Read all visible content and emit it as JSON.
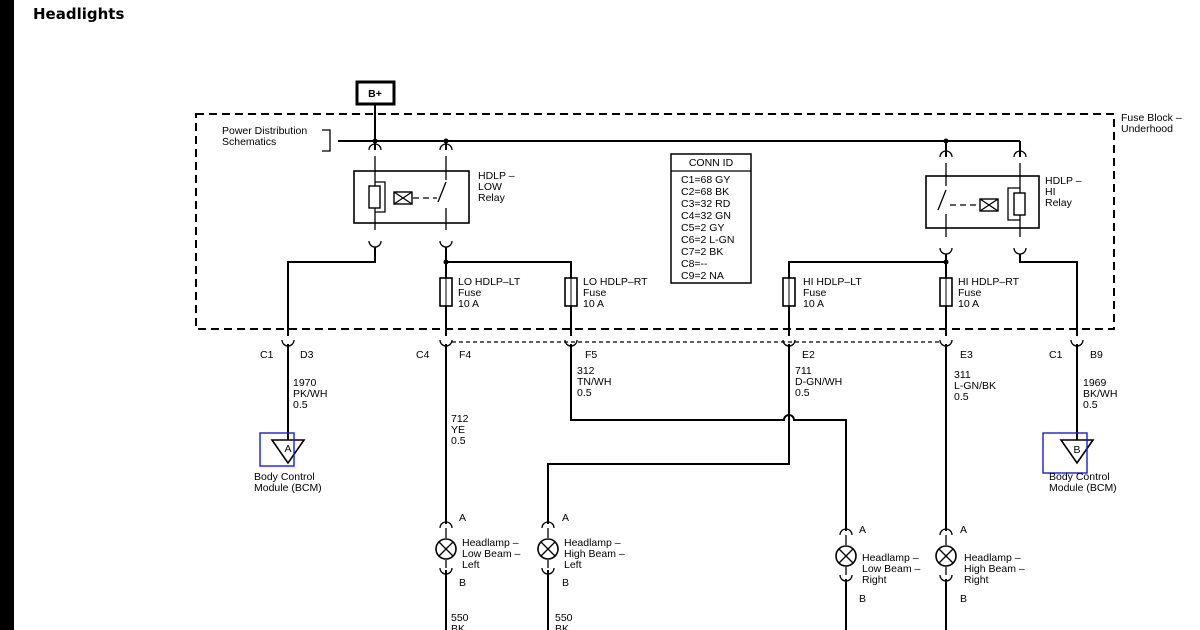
{
  "title": "Headlights",
  "power_source": "B+",
  "fuse_block_label": [
    "Fuse Block –",
    "Underhood"
  ],
  "pds_label": [
    "Power Distribution",
    "Schematics"
  ],
  "relays": {
    "low": [
      "HDLP –",
      "LOW",
      "Relay"
    ],
    "high": [
      "HDLP –",
      "HI",
      "Relay"
    ]
  },
  "conn_id": {
    "header": "CONN ID",
    "lines": [
      "C1=68 GY",
      "C2=68 BK",
      "C3=32 RD",
      "C4=32 GN",
      "C5=2 GY",
      "C6=2 L-GN",
      "C7=2 BK",
      "C8=--",
      "C9=2 NA"
    ]
  },
  "fuses": [
    {
      "name": "LO HDLP–LT",
      "type": "Fuse",
      "rating": "10 A"
    },
    {
      "name": "LO HDLP–RT",
      "type": "Fuse",
      "rating": "10 A"
    },
    {
      "name": "HI HDLP–LT",
      "type": "Fuse",
      "rating": "10 A"
    },
    {
      "name": "HI HDLP–RT",
      "type": "Fuse",
      "rating": "10 A"
    }
  ],
  "connectors": [
    {
      "conn": "C1",
      "pin": "D3"
    },
    {
      "conn": "C4",
      "pin": "F4"
    },
    {
      "pin": "F5"
    },
    {
      "pin": "E2"
    },
    {
      "pin": "E3"
    },
    {
      "conn": "C1",
      "pin": "B9"
    }
  ],
  "wires": [
    {
      "circuit": "1970",
      "color": "PK/WH",
      "gauge": "0.5"
    },
    {
      "circuit": "712",
      "color": "YE",
      "gauge": "0.5"
    },
    {
      "circuit": "312",
      "color": "TN/WH",
      "gauge": "0.5"
    },
    {
      "circuit": "711",
      "color": "D-GN/WH",
      "gauge": "0.5"
    },
    {
      "circuit": "311",
      "color": "L-GN/BK",
      "gauge": "0.5"
    },
    {
      "circuit": "1969",
      "color": "BK/WH",
      "gauge": "0.5"
    },
    {
      "circuit": "550",
      "color": "BK",
      "gauge": ""
    },
    {
      "circuit": "550",
      "color": "BK",
      "gauge": ""
    }
  ],
  "bcm": [
    {
      "pin": "A",
      "label": [
        "Body Control",
        "Module (BCM)"
      ]
    },
    {
      "pin": "B",
      "label": [
        "Body Control",
        "Module (BCM)"
      ]
    }
  ],
  "lamps": [
    {
      "label": [
        "Headlamp –",
        "Low Beam –",
        "Left"
      ],
      "pin_top": "A",
      "pin_bottom": "B"
    },
    {
      "label": [
        "Headlamp –",
        "High Beam –",
        "Left"
      ],
      "pin_top": "A",
      "pin_bottom": "B"
    },
    {
      "label": [
        "Headlamp –",
        "Low Beam –",
        "Right"
      ],
      "pin_top": "A",
      "pin_bottom": "B"
    },
    {
      "label": [
        "Headlamp –",
        "High Beam –",
        "Right"
      ],
      "pin_top": "A",
      "pin_bottom": "B"
    }
  ],
  "colors": {
    "line": "#000000",
    "highlight": "#1a1adb"
  }
}
